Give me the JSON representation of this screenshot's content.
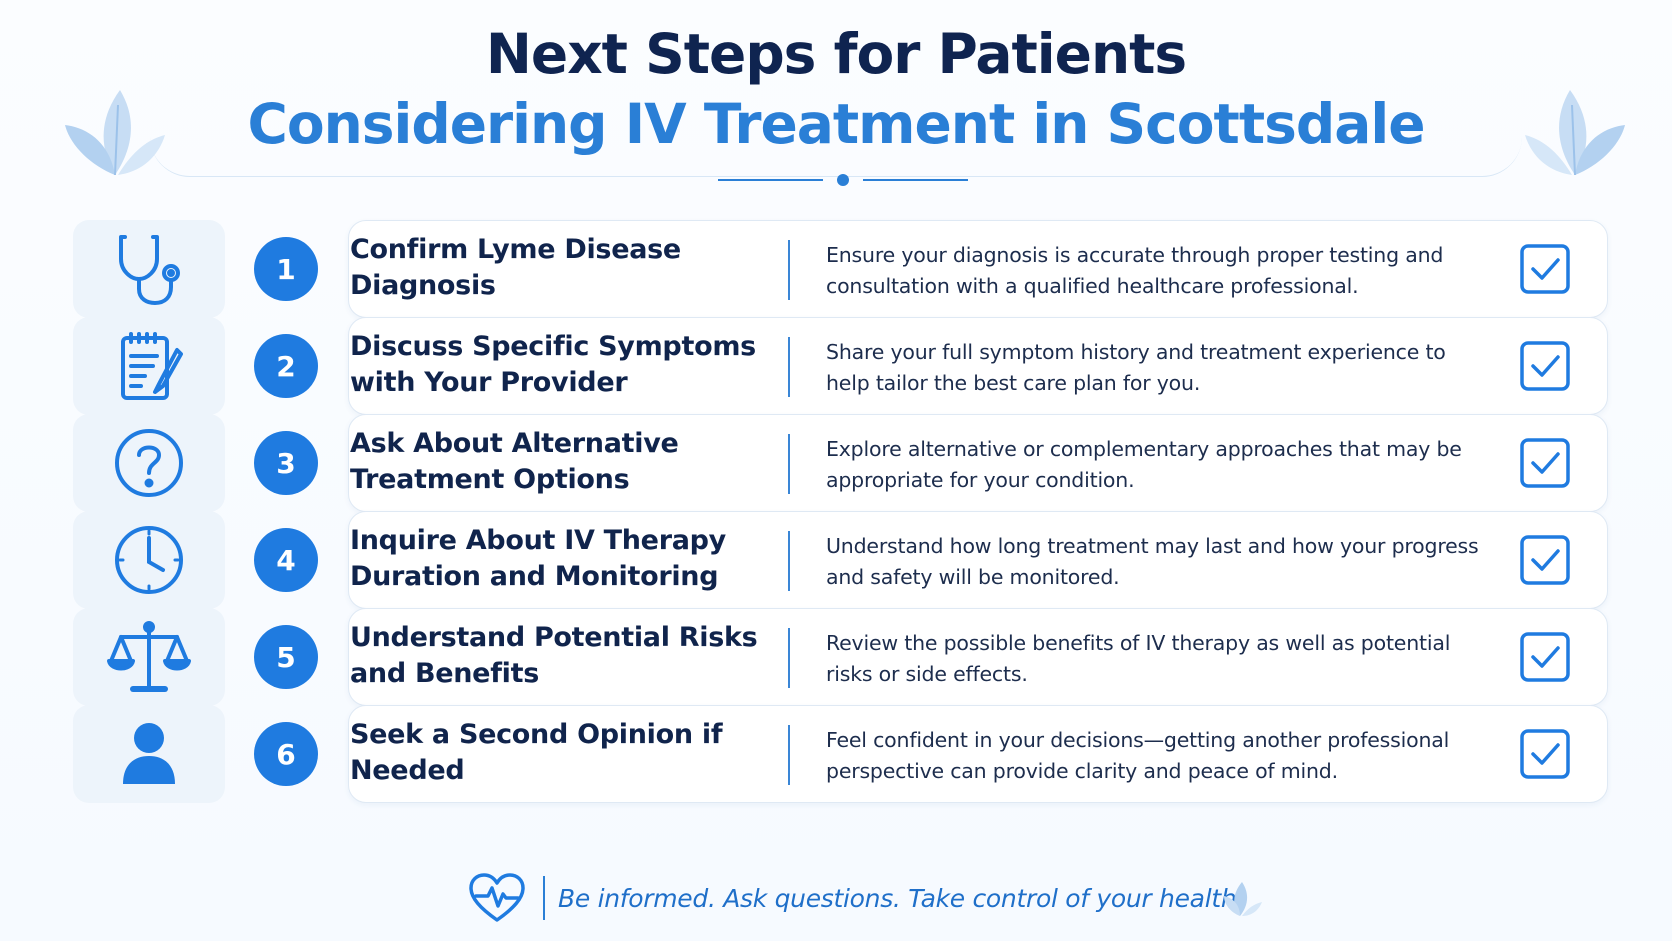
{
  "header": {
    "title_line1": "Next Steps for Patients",
    "title_line2": "Considering IV Treatment in Scottsdale"
  },
  "colors": {
    "navy": "#10244c",
    "accent_blue": "#1f7be0",
    "title_blue": "#2a7fd6",
    "tile_bg": "#edf4fb"
  },
  "steps": [
    {
      "number": "1",
      "icon": "stethoscope-icon",
      "title": "Confirm Lyme Disease Diagnosis",
      "description": "Ensure your diagnosis is accurate through proper testing and consultation with a qualified healthcare professional.",
      "checked": true
    },
    {
      "number": "2",
      "icon": "clipboard-notes-icon",
      "title": "Discuss Specific Symptoms with Your Provider",
      "description": "Share your full symptom history and treatment experience to help tailor the best care plan for you.",
      "checked": true
    },
    {
      "number": "3",
      "icon": "question-circle-icon",
      "title": "Ask About Alternative Treatment Options",
      "description": "Explore alternative or complementary approaches that may be appropriate for your condition.",
      "checked": true
    },
    {
      "number": "4",
      "icon": "clock-icon",
      "title": "Inquire About IV Therapy Duration and Monitoring",
      "description": "Understand how long treatment may last and how your progress and safety will be monitored.",
      "checked": true
    },
    {
      "number": "5",
      "icon": "balance-scale-icon",
      "title": "Understand Potential Risks and Benefits",
      "description": "Review the possible benefits of IV therapy as well as potential risks or side effects.",
      "checked": true
    },
    {
      "number": "6",
      "icon": "person-icon",
      "title": "Seek a Second Opinion if Needed",
      "description": "Feel confident in your decisions—getting another professional perspective can provide clarity and peace of mind.",
      "checked": true
    }
  ],
  "footer": {
    "icon": "heart-pulse-icon",
    "tagline": "Be informed. Ask questions. Take control of your health."
  }
}
